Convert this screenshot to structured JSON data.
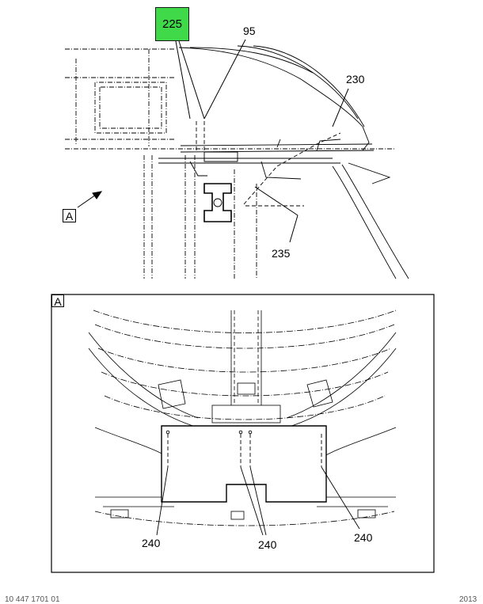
{
  "highlighted_callout": "225",
  "callouts": {
    "c95": "95",
    "c230": "230",
    "c235": "235",
    "c240_left": "240",
    "c240_mid": "240",
    "c240_right": "240"
  },
  "view_tag_pointer": "A",
  "detail_view_tag": "A",
  "footer_left": "10 447 1701 01",
  "footer_right": "2013",
  "colors": {
    "highlight": "#3fd94a",
    "line": "#000000"
  }
}
